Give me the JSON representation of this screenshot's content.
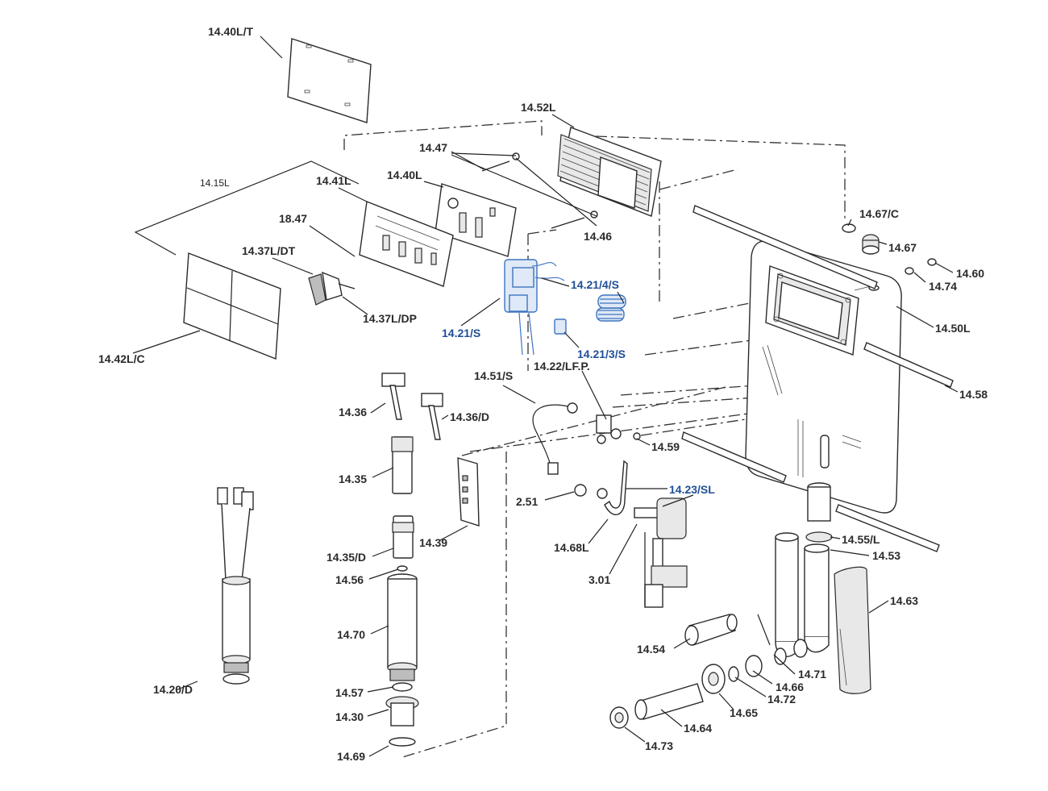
{
  "labels": {
    "l_14_40L_T": "14.40L/T",
    "l_14_52L": "14.52L",
    "l_14_47": "14.47",
    "l_14_15L": "14.15L",
    "l_14_41L": "14.41L",
    "l_14_40L": "14.40L",
    "l_18_47": "18.47",
    "l_14_46": "14.46",
    "l_14_67_C": "14.67/C",
    "l_14_67": "14.67",
    "l_14_60": "14.60",
    "l_14_74": "14.74",
    "l_14_37L_DT": "14.37L/DT",
    "l_14_21_4_S": "14.21/4/S",
    "l_14_37L_DP": "14.37L/DP",
    "l_14_21_S": "14.21/S",
    "l_14_50L": "14.50L",
    "l_14_42L_C": "14.42L/C",
    "l_14_21_3_S": "14.21/3/S",
    "l_14_22_LFP": "14.22/LF.P.",
    "l_14_58": "14.58",
    "l_14_51_S": "14.51/S",
    "l_14_36": "14.36",
    "l_14_36_D": "14.36/D",
    "l_14_59": "14.59",
    "l_14_35": "14.35",
    "l_14_23_SL": "14.23/SL",
    "l_2_51": "2.51",
    "l_14_39": "14.39",
    "l_14_55_L": "14.55/L",
    "l_14_68L": "14.68L",
    "l_14_35_D": "14.35/D",
    "l_14_53": "14.53",
    "l_14_56": "14.56",
    "l_3_01": "3.01",
    "l_14_63": "14.63",
    "l_14_70": "14.70",
    "l_14_54": "14.54",
    "l_14_71": "14.71",
    "l_14_66": "14.66",
    "l_14_20_D": "14.20/D",
    "l_14_57": "14.57",
    "l_14_72": "14.72",
    "l_14_30": "14.30",
    "l_14_65": "14.65",
    "l_14_64": "14.64",
    "l_14_69": "14.69",
    "l_14_73": "14.73"
  },
  "colors": {
    "line": "#222222",
    "highlight_blue": "#3d74c0",
    "highlight_label": "#1f4f96"
  }
}
